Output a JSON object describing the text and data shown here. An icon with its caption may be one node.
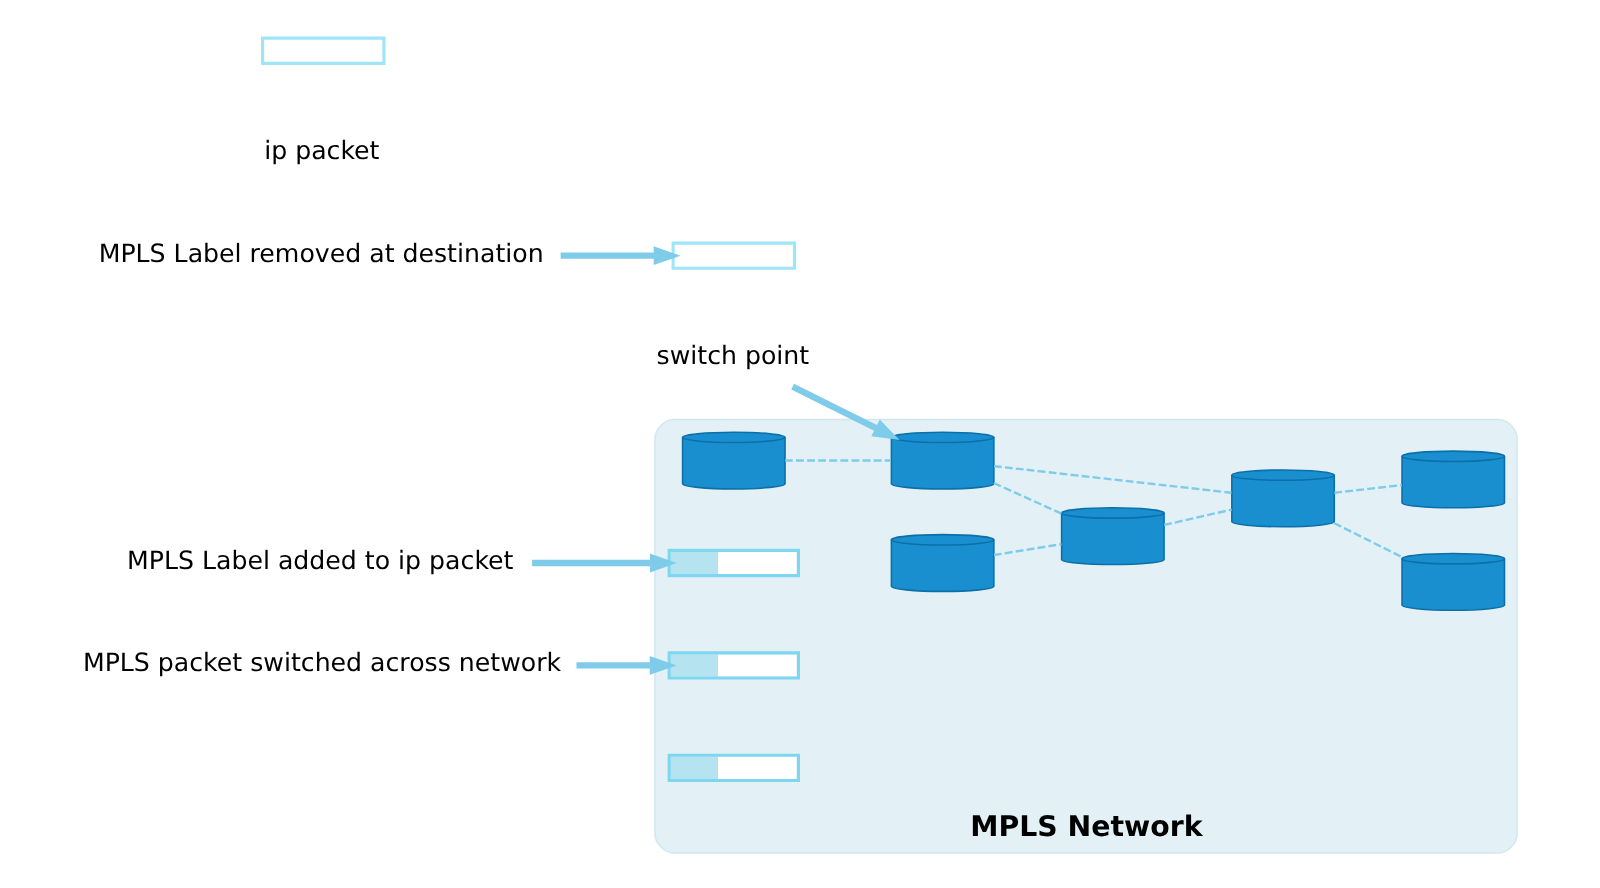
{
  "diagram": {
    "nodes": [
      {
        "text": [
          "MPLS Network"
        ]
      },
      {
        "text": [
          "MPLS Label added to ip packet"
        ]
      },
      {
        "text": [
          "MPLS packet switched across network"
        ]
      },
      {
        "text": [
          "MPLS Label removed at destination"
        ]
      },
      {
        "text": [],
        "shape": "bar",
        "beside": [
          "ip packet"
        ]
      },
      {
        "text": [],
        "shape": "cylinder",
        "in": 0
      },
      {
        "text": [],
        "shape": "bar",
        "in": 0
      },
      {
        "text": [],
        "shape": "cylinder",
        "in": 0
      },
      {
        "text": [],
        "shape": "bar",
        "in": 0
      },
      {
        "text": [
          "switch point"
        ]
      },
      {
        "text": [],
        "shape": "cylinder",
        "in": 0
      },
      {
        "text": [],
        "shape": "cylinder",
        "in": 0
      },
      {
        "text": [],
        "shape": "cylinder",
        "in": 0
      },
      {
        "text": [],
        "shape": "cylinder",
        "in": 0
      },
      {
        "text": [],
        "shape": "bar",
        "in": 0
      },
      {
        "text": [],
        "shape": "bar"
      },
      {
        "text": [],
        "shape": "cylinder",
        "in": 0
      }
    ],
    "edges": [
      {
        "from": 1,
        "to": 6,
        "arrow": "to",
        "style": "thick"
      },
      {
        "from": 2,
        "to": 8,
        "arrow": "to",
        "style": "thick"
      },
      {
        "from": 3,
        "to": 15,
        "arrow": "to",
        "style": "thick"
      },
      {
        "from": 9,
        "to": 7,
        "arrow": "to",
        "style": "thick"
      },
      {
        "from": 5,
        "to": 7,
        "arrow": "none",
        "style": "dashed"
      },
      {
        "from": 7,
        "to": 10,
        "arrow": "none",
        "style": "dashed"
      },
      {
        "from": 7,
        "to": 11,
        "arrow": "none",
        "style": "dashed"
      },
      {
        "from": 11,
        "to": 10,
        "arrow": "none",
        "style": "dashed"
      },
      {
        "from": 12,
        "to": 11,
        "arrow": "none",
        "style": "dashed"
      },
      {
        "from": 10,
        "to": 13,
        "arrow": "none",
        "style": "dashed"
      },
      {
        "from": 10,
        "to": 16,
        "arrow": "none",
        "style": "dashed"
      }
    ]
  }
}
